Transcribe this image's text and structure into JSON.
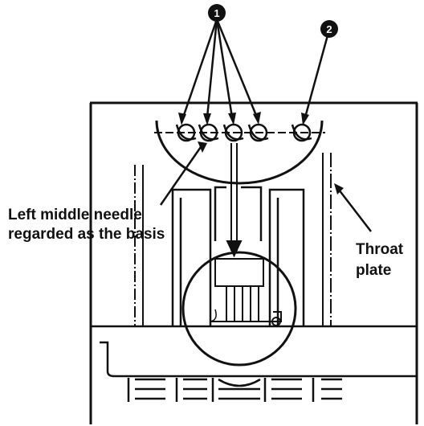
{
  "callouts": {
    "one": "1",
    "two": "2"
  },
  "labels": {
    "left_needle_line1": "Left middle needle",
    "left_needle_line2": "regarded as the basis",
    "throat_line1": "Throat",
    "throat_line2": "plate"
  },
  "colors": {
    "ink": "#111111",
    "paper": "#ffffff"
  }
}
